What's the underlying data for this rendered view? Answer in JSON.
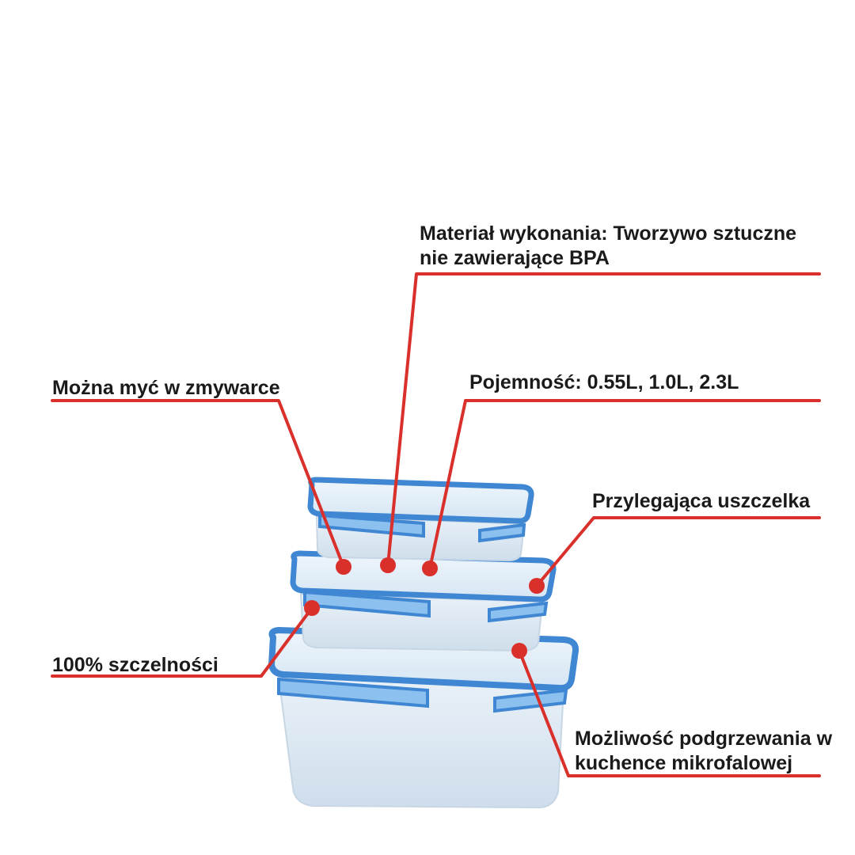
{
  "colors": {
    "callout": "#d9302c",
    "lid_blue": "#3f86d3",
    "lid_blue_light": "#8cc0ee",
    "container_body": "#dbe7f2",
    "text": "#1a1a1a"
  },
  "callouts": {
    "material": {
      "lines": [
        "Materiał wykonania: Tworzywo sztuczne",
        "nie zawierające BPA"
      ]
    },
    "dishwasher": {
      "text": "Można myć w zmywarce"
    },
    "capacity": {
      "text": "Pojemność: 0.55L, 1.0L, 2.3L"
    },
    "gasket": {
      "text": "Przylegająca uszczelka"
    },
    "airtight": {
      "text": "100% szczelności"
    },
    "microwave": {
      "lines": [
        "Możliwość podgrzewania w",
        "kuchence mikrofalowej"
      ]
    }
  }
}
